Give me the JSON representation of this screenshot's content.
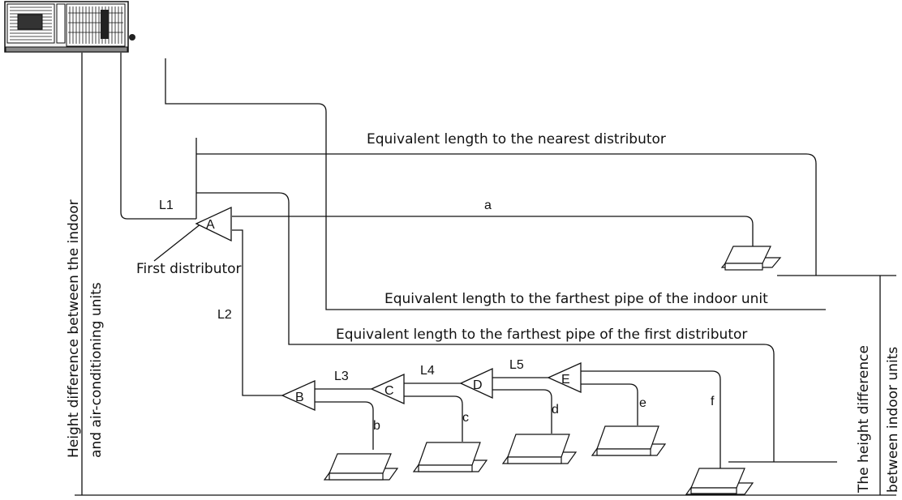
{
  "labels": {
    "nearest": "Equivalent length to the nearest distributor",
    "farthest_indoor": "Equivalent length to the farthest pipe of the indoor unit",
    "farthest_first": "Equivalent length to the farthest pipe of the first distributor",
    "first_distributor": "First distributor",
    "height_outdoor_line1": "Height difference between the indoor",
    "height_outdoor_line2": "and air-conditioning units",
    "height_indoor_line1": "The height difference",
    "height_indoor_line2": "between indoor units"
  },
  "segments": {
    "L1": "L1",
    "L2": "L2",
    "L3": "L3",
    "L4": "L4",
    "L5": "L5"
  },
  "distributors": {
    "A": "A",
    "B": "B",
    "C": "C",
    "D": "D",
    "E": "E"
  },
  "branches": {
    "a": "a",
    "b": "b",
    "c": "c",
    "d": "d",
    "e": "e",
    "f": "f"
  }
}
